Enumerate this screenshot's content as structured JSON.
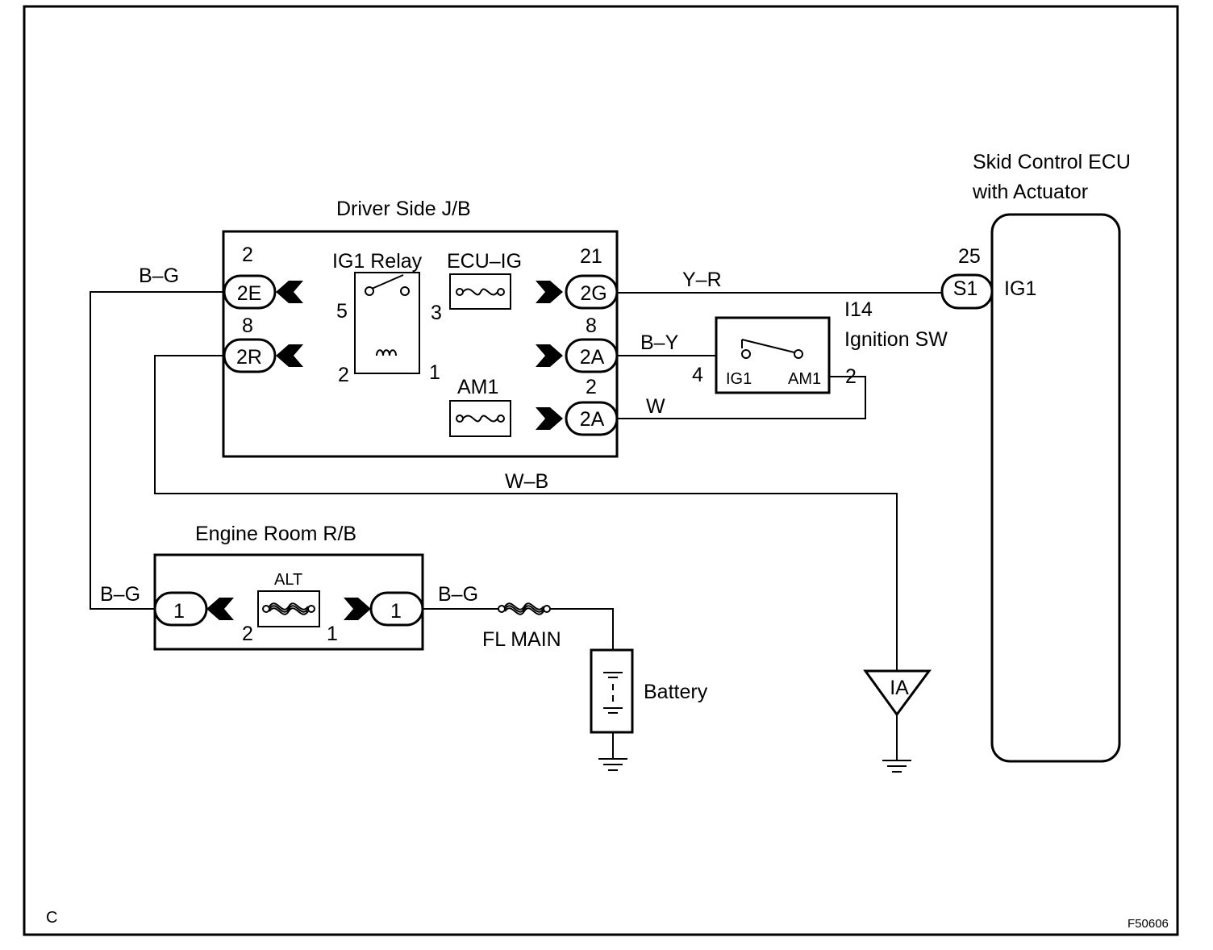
{
  "frame": {
    "corner_label": "C",
    "figure_id": "F50606"
  },
  "ecu": {
    "title_line1": "Skid Control ECU",
    "title_line2": "with Actuator",
    "connector": "S1",
    "pin": "25",
    "terminal": "IG1"
  },
  "driver_jb": {
    "title": "Driver Side J/B",
    "relay": {
      "label": "IG1 Relay",
      "pin_5": "5",
      "pin_3": "3",
      "pin_2": "2",
      "pin_1": "1"
    },
    "fuse_ecu_ig": "ECU–IG",
    "fuse_am1": "AM1",
    "connectors": [
      {
        "code": "2E",
        "pin": "2"
      },
      {
        "code": "2R",
        "pin": "8"
      },
      {
        "code": "2G",
        "pin": "21"
      },
      {
        "code": "2A",
        "pin": "8"
      },
      {
        "code": "2A",
        "pin": "2"
      }
    ]
  },
  "ignition_sw": {
    "code": "I14",
    "label": "Ignition SW",
    "pin_left": "4",
    "pin_right": "2",
    "term_ig1": "IG1",
    "term_am1": "AM1"
  },
  "engine_rb": {
    "title": "Engine Room R/B",
    "fuse": "ALT",
    "conn_left": "1",
    "conn_right": "1",
    "pin_2": "2",
    "pin_1": "1"
  },
  "fl_main": "FL MAIN",
  "battery": "Battery",
  "ground_ia": "IA",
  "wires": {
    "bg_top": "B–G",
    "bg_left": "B–G",
    "bg_right": "B–G",
    "yr": "Y–R",
    "by": "B–Y",
    "w": "W",
    "wb": "W–B"
  }
}
